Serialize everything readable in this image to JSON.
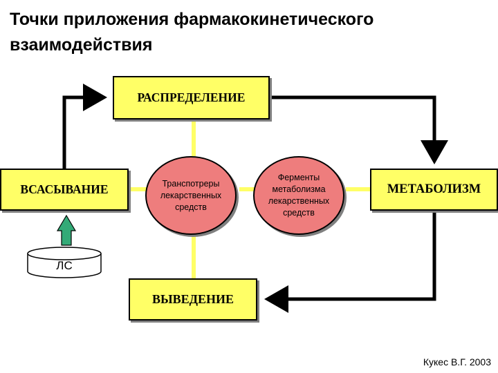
{
  "title": "Точки приложения фармакокинетического взаимодействия",
  "boxes": {
    "distribution": "РАСПРЕДЕЛЕНИЕ",
    "absorption": "ВСАСЫВАНИЕ",
    "metabolism": "МЕТАБОЛИЗМ",
    "excretion": "ВЫВЕДЕНИЕ"
  },
  "circles": {
    "transporters": "Транспотреры\nлекарственных\nсредств",
    "enzymes": "Ферменты\nметаболизма\nлекарственных\nсредств"
  },
  "drug": "ЛС",
  "author": "Кукес В.Г. 2003",
  "colors": {
    "box_fill": "#ffff66",
    "circle_fill": "#ee7d7d",
    "connector": "#ffff66",
    "arrow": "#000000",
    "input_arrow": "#33aa77"
  }
}
